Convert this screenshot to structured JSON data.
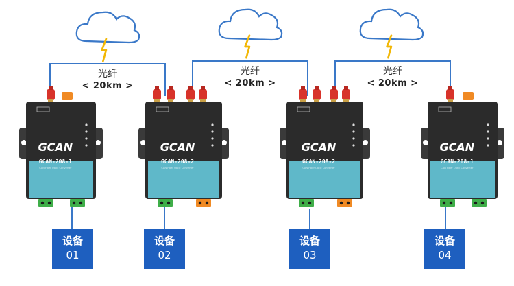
{
  "links": [
    {
      "medium": "光纤",
      "distance": "<  20km  >"
    },
    {
      "medium": "光纤",
      "distance": "<  20km  >"
    },
    {
      "medium": "光纤",
      "distance": "<  20km  >"
    }
  ],
  "converters": [
    {
      "brand": "GCAN",
      "model": "GCAN-208-1",
      "subtitle": "CAN Fiber Optic Converter"
    },
    {
      "brand": "GCAN",
      "model": "GCAN-208-2",
      "subtitle": "CAN Fiber Optic Converter"
    },
    {
      "brand": "GCAN",
      "model": "GCAN-208-2",
      "subtitle": "CAN Fiber Optic Converter"
    },
    {
      "brand": "GCAN",
      "model": "GCAN-208-1",
      "subtitle": "CAN Fiber Optic Converter"
    }
  ],
  "devices": [
    {
      "label": "设备",
      "number": "01"
    },
    {
      "label": "设备",
      "number": "02"
    },
    {
      "label": "设备",
      "number": "03"
    },
    {
      "label": "设备",
      "number": "04"
    }
  ],
  "colors": {
    "box_blue": "#1e5fbf",
    "line_blue": "#3a78c8",
    "device_dark": "#2b2b2b",
    "panel_teal": "#5fb8c9",
    "lightning": "#f2b705",
    "antenna_red": "#d8332a",
    "terminal_green": "#3fae49",
    "terminal_orange": "#f08a24"
  }
}
